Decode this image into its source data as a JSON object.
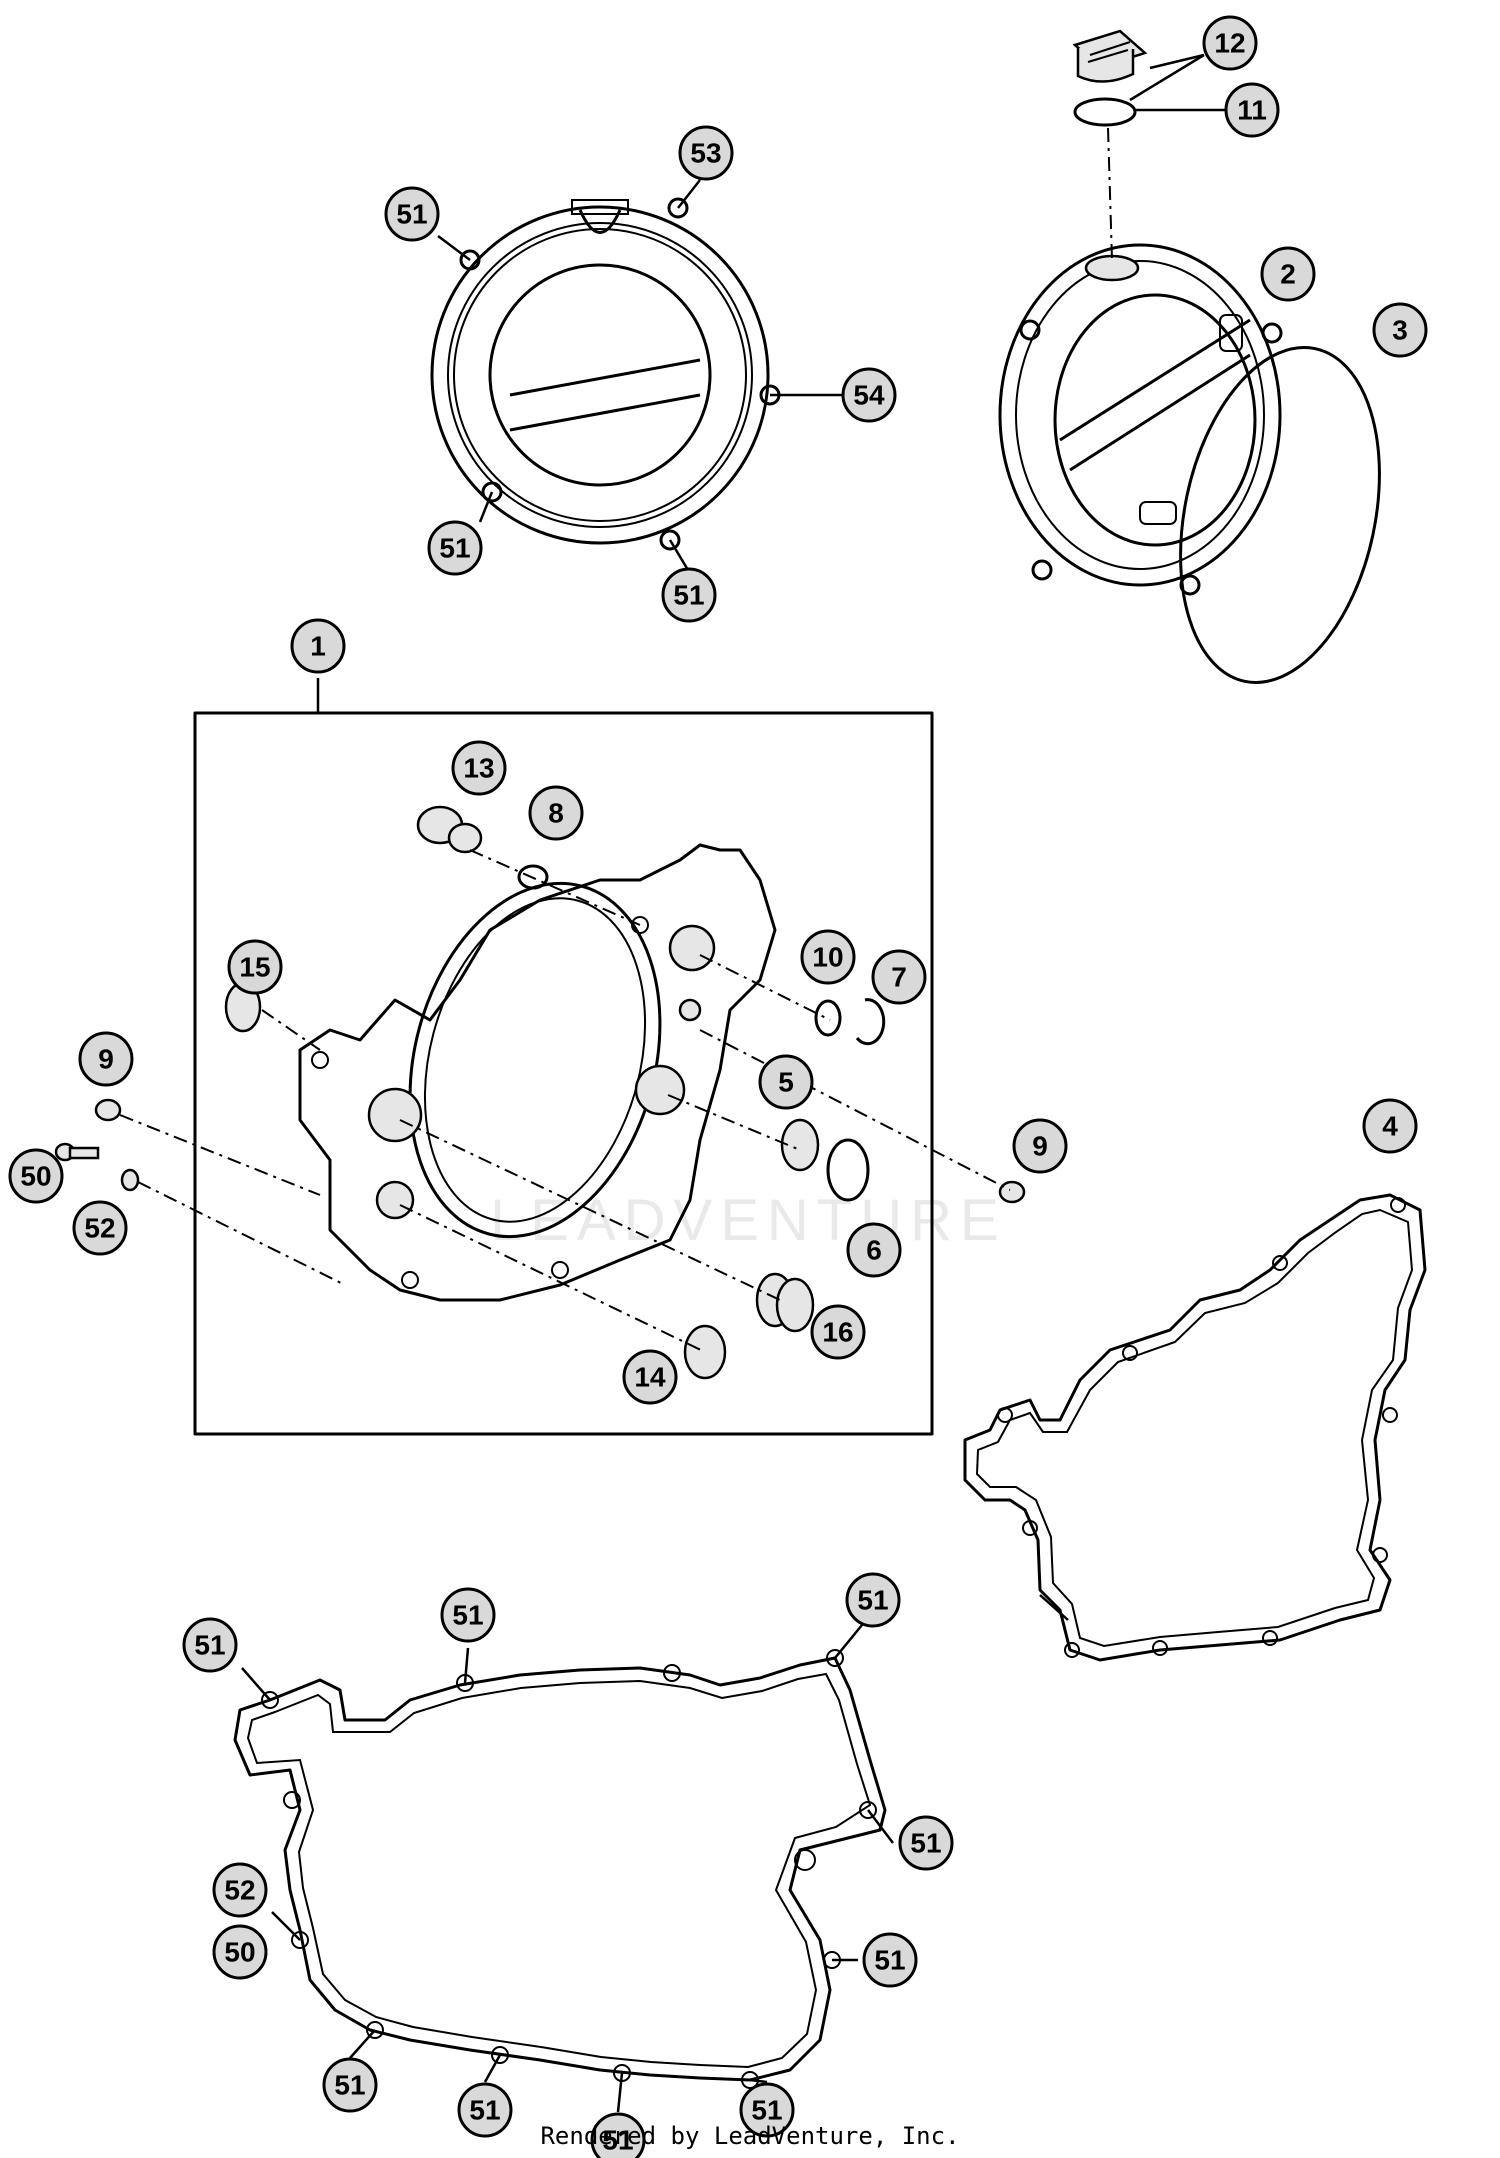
{
  "credit": "Rendered by LeadVenture, Inc.",
  "watermark": "LEADVENTURE",
  "callouts": [
    {
      "id": "c-51-a",
      "label": "51"
    },
    {
      "id": "c-53",
      "label": "53"
    },
    {
      "id": "c-54",
      "label": "54"
    },
    {
      "id": "c-51-b",
      "label": "51"
    },
    {
      "id": "c-51-c",
      "label": "51"
    },
    {
      "id": "c-12",
      "label": "12"
    },
    {
      "id": "c-11",
      "label": "11"
    },
    {
      "id": "c-2",
      "label": "2"
    },
    {
      "id": "c-3",
      "label": "3"
    },
    {
      "id": "c-1",
      "label": "1"
    },
    {
      "id": "c-13",
      "label": "13"
    },
    {
      "id": "c-8",
      "label": "8"
    },
    {
      "id": "c-15",
      "label": "15"
    },
    {
      "id": "c-10",
      "label": "10"
    },
    {
      "id": "c-7",
      "label": "7"
    },
    {
      "id": "c-9-a",
      "label": "9"
    },
    {
      "id": "c-9-b",
      "label": "9"
    },
    {
      "id": "c-5",
      "label": "5"
    },
    {
      "id": "c-6",
      "label": "6"
    },
    {
      "id": "c-50-a",
      "label": "50"
    },
    {
      "id": "c-52-a",
      "label": "52"
    },
    {
      "id": "c-16",
      "label": "16"
    },
    {
      "id": "c-14",
      "label": "14"
    },
    {
      "id": "c-4",
      "label": "4"
    },
    {
      "id": "c-51-d",
      "label": "51"
    },
    {
      "id": "c-51-e",
      "label": "51"
    },
    {
      "id": "c-51-f",
      "label": "51"
    },
    {
      "id": "c-51-g",
      "label": "51"
    },
    {
      "id": "c-52-b",
      "label": "52"
    },
    {
      "id": "c-50-b",
      "label": "50"
    },
    {
      "id": "c-51-h",
      "label": "51"
    },
    {
      "id": "c-51-i",
      "label": "51"
    },
    {
      "id": "c-51-j",
      "label": "51"
    },
    {
      "id": "c-51-k",
      "label": "51"
    },
    {
      "id": "c-51-l",
      "label": "51"
    }
  ]
}
